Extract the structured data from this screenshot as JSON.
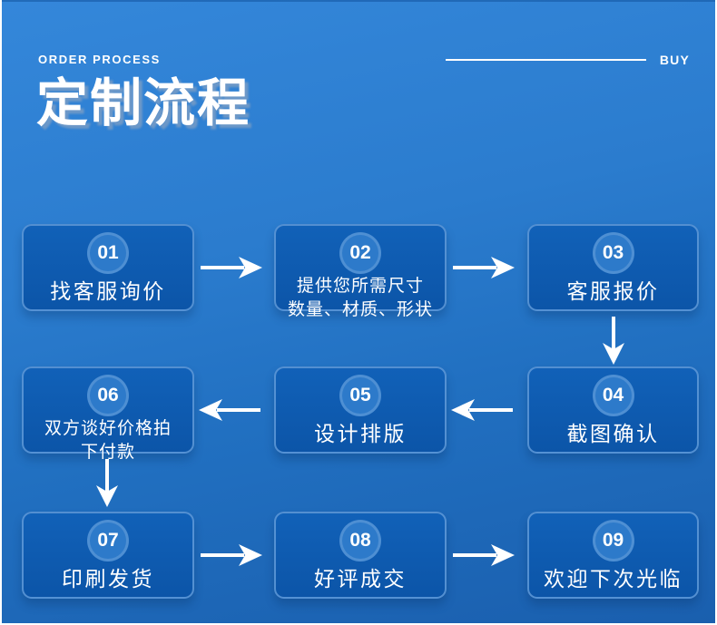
{
  "header": {
    "eyebrow": "ORDER PROCESS",
    "buy_label": "BUY",
    "title": "定制流程"
  },
  "colors": {
    "background_top": "#3487da",
    "background_bottom": "#1a5fae",
    "box_fill": "#0c55a8",
    "box_border": "#609ad8",
    "circle_fill": "#2d7aca",
    "text": "#ffffff"
  },
  "icons": {
    "arrow_right": "arrow-right-icon",
    "arrow_left": "arrow-left-icon",
    "arrow_down": "arrow-down-icon"
  },
  "steps": [
    {
      "number": "01",
      "line1": "找客服询价",
      "line2": ""
    },
    {
      "number": "02",
      "line1": "提供您所需尺寸",
      "line2": "数量、材质、形状"
    },
    {
      "number": "03",
      "line1": "客服报价",
      "line2": ""
    },
    {
      "number": "04",
      "line1": "截图确认",
      "line2": ""
    },
    {
      "number": "05",
      "line1": "设计排版",
      "line2": ""
    },
    {
      "number": "06",
      "line1": "双方谈好价格拍",
      "line2": "下付款"
    },
    {
      "number": "07",
      "line1": "印刷发货",
      "line2": ""
    },
    {
      "number": "08",
      "line1": "好评成交",
      "line2": ""
    },
    {
      "number": "09",
      "line1": "欢迎下次光临",
      "line2": ""
    }
  ]
}
